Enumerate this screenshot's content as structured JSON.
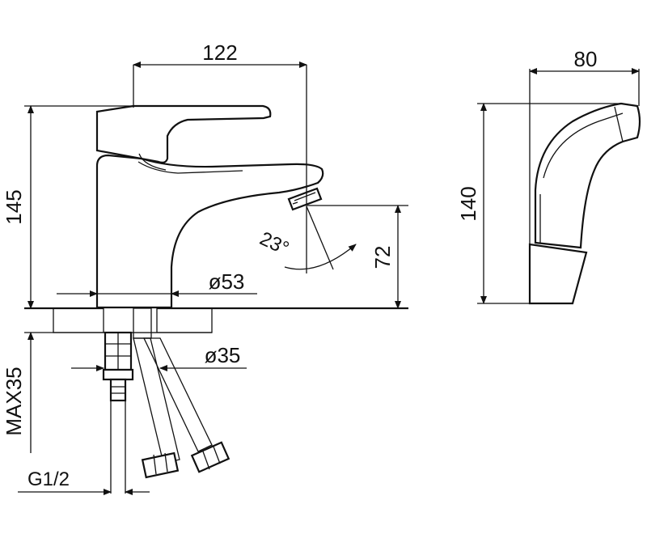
{
  "dimensions": {
    "width_front": "122",
    "height_front": "145",
    "spout_angle": "23°",
    "spout_height": "72",
    "base_diameter": "ø53",
    "hole_diameter": "ø35",
    "max_thickness": "MAX35",
    "thread": "G1/2",
    "width_side": "80",
    "height_side": "140"
  },
  "colors": {
    "line": "#111111",
    "background": "#ffffff"
  }
}
